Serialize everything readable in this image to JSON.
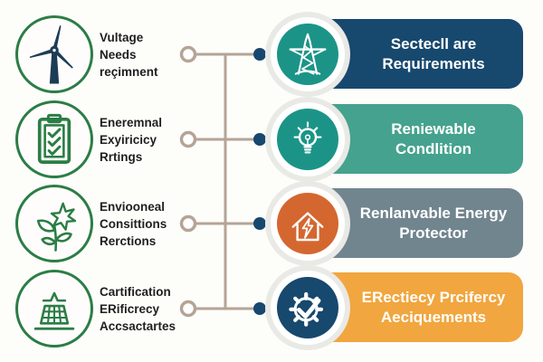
{
  "colors": {
    "background": "#fdfdfa",
    "connector_line": "#b5a496",
    "connector_dot": "#17486e",
    "left_ring_green": "#2b7d46",
    "turbine_navy": "#1d3d55",
    "left_text": "#1f1f1f",
    "banner_text": "#ffffff"
  },
  "left_items": [
    {
      "icon": "wind-turbine",
      "label_lines": [
        "Vultage",
        "Needs",
        "reçimnent"
      ]
    },
    {
      "icon": "checklist-clipboard",
      "label_lines": [
        "Eneremnal",
        "Exyiricicy",
        "Rrtings"
      ]
    },
    {
      "icon": "plant-flower",
      "label_lines": [
        "Enviooneal",
        "Consittions",
        "Rerctions"
      ]
    },
    {
      "icon": "solar-panel",
      "label_lines": [
        "Cartification",
        "ERificrecy",
        "Accsactartes"
      ]
    }
  ],
  "right_items": [
    {
      "icon": "transmission-tower",
      "title_lines": [
        "Sectecll are",
        "Requirements"
      ],
      "banner_color": "#17486e",
      "circle_color": "#1b9487"
    },
    {
      "icon": "lightbulb",
      "title_lines": [
        "Reniewable",
        "Condlition"
      ],
      "banner_color": "#45a28e",
      "circle_color": "#1b9487"
    },
    {
      "icon": "house-lightning",
      "title_lines": [
        "Renlanvable Energy",
        "Protector"
      ],
      "banner_color": "#71858f",
      "circle_color": "#d4672f"
    },
    {
      "icon": "gear-check",
      "title_lines": [
        "ERectiecy Prcifercy",
        "Aeciquements"
      ],
      "banner_color": "#f1a63f",
      "circle_color": "#17486e"
    }
  ]
}
